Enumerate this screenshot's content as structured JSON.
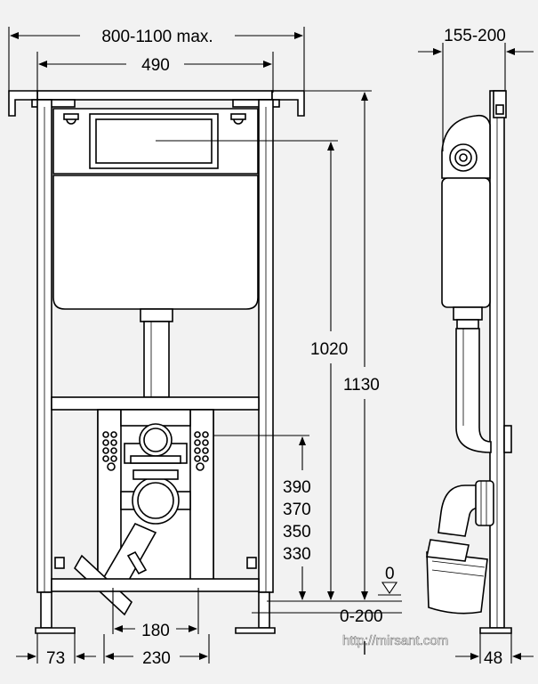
{
  "dimensions": {
    "frame_width_range": "800-1100 max.",
    "frame_width": "490",
    "depth_range": "155-200",
    "flush_height": "1020",
    "total_height": "1130",
    "outlet_heights": [
      "390",
      "370",
      "350",
      "330"
    ],
    "zero_mark": "0",
    "floor_adjust": "0-200",
    "outlet_spacing": "180",
    "base_width": "230",
    "foot_offset": "73",
    "foot_depth": "48"
  },
  "watermark": "http://mirsant.com"
}
